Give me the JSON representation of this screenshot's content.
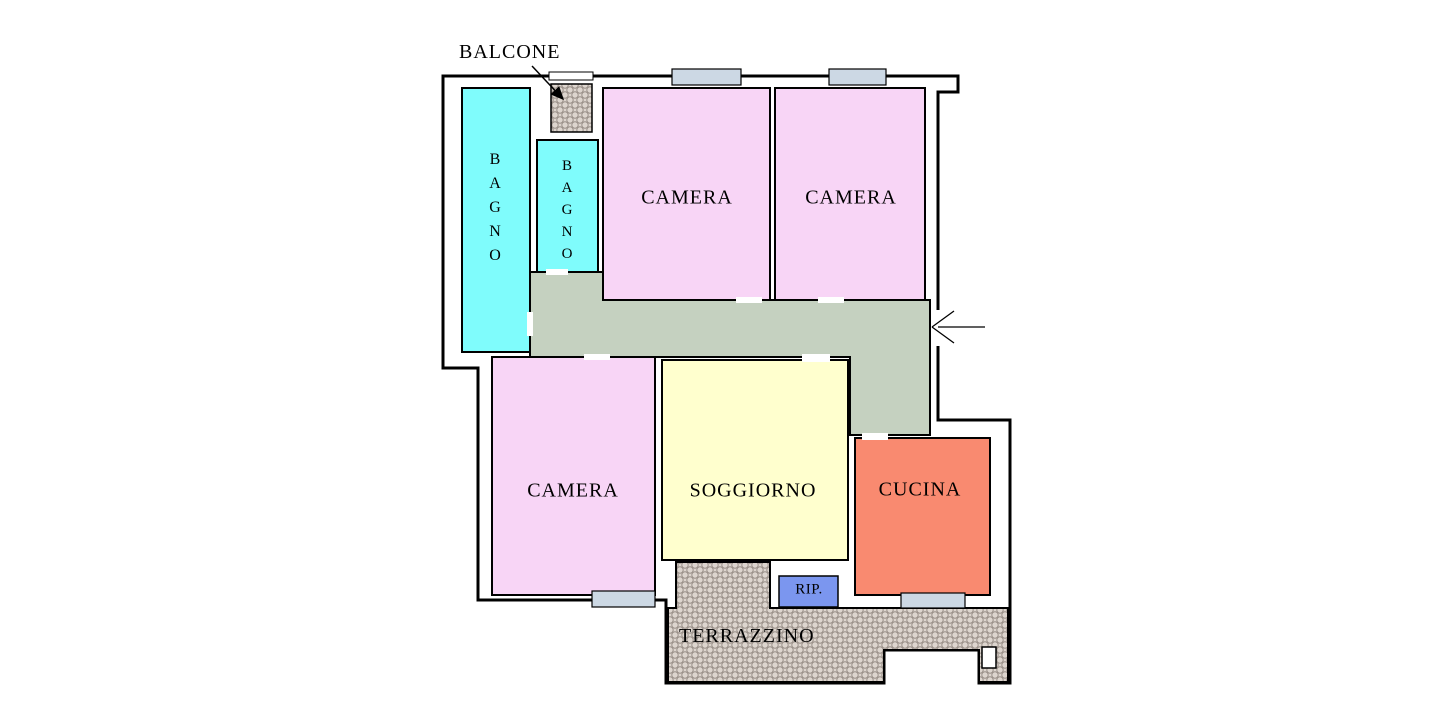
{
  "plan": {
    "rooms": {
      "balcone": {
        "label": "BALCONE"
      },
      "bagno_1": {
        "label": "B\nA\nG\nN\nO"
      },
      "bagno_2": {
        "label": "B\nA\nG\nN\nO"
      },
      "camera_1": {
        "label": "CAMERA"
      },
      "camera_2": {
        "label": "CAMERA"
      },
      "camera_3": {
        "label": "CAMERA"
      },
      "soggiorno": {
        "label": "SOGGIORNO"
      },
      "cucina": {
        "label": "CUCINA"
      },
      "ripostiglio": {
        "label": "RIP."
      },
      "terrazzino": {
        "label": "TERRAZZINO"
      }
    },
    "colors": {
      "bathroom": "#7ffcfc",
      "bedroom": "#f8d5f6",
      "living_room": "#ffffce",
      "kitchen": "#f98a70",
      "corridor": "#c5d1c0",
      "storage": "#7b96ef",
      "window": "#ccd8e4",
      "terrace": "#ddd5ce",
      "wall": "#000000"
    }
  }
}
